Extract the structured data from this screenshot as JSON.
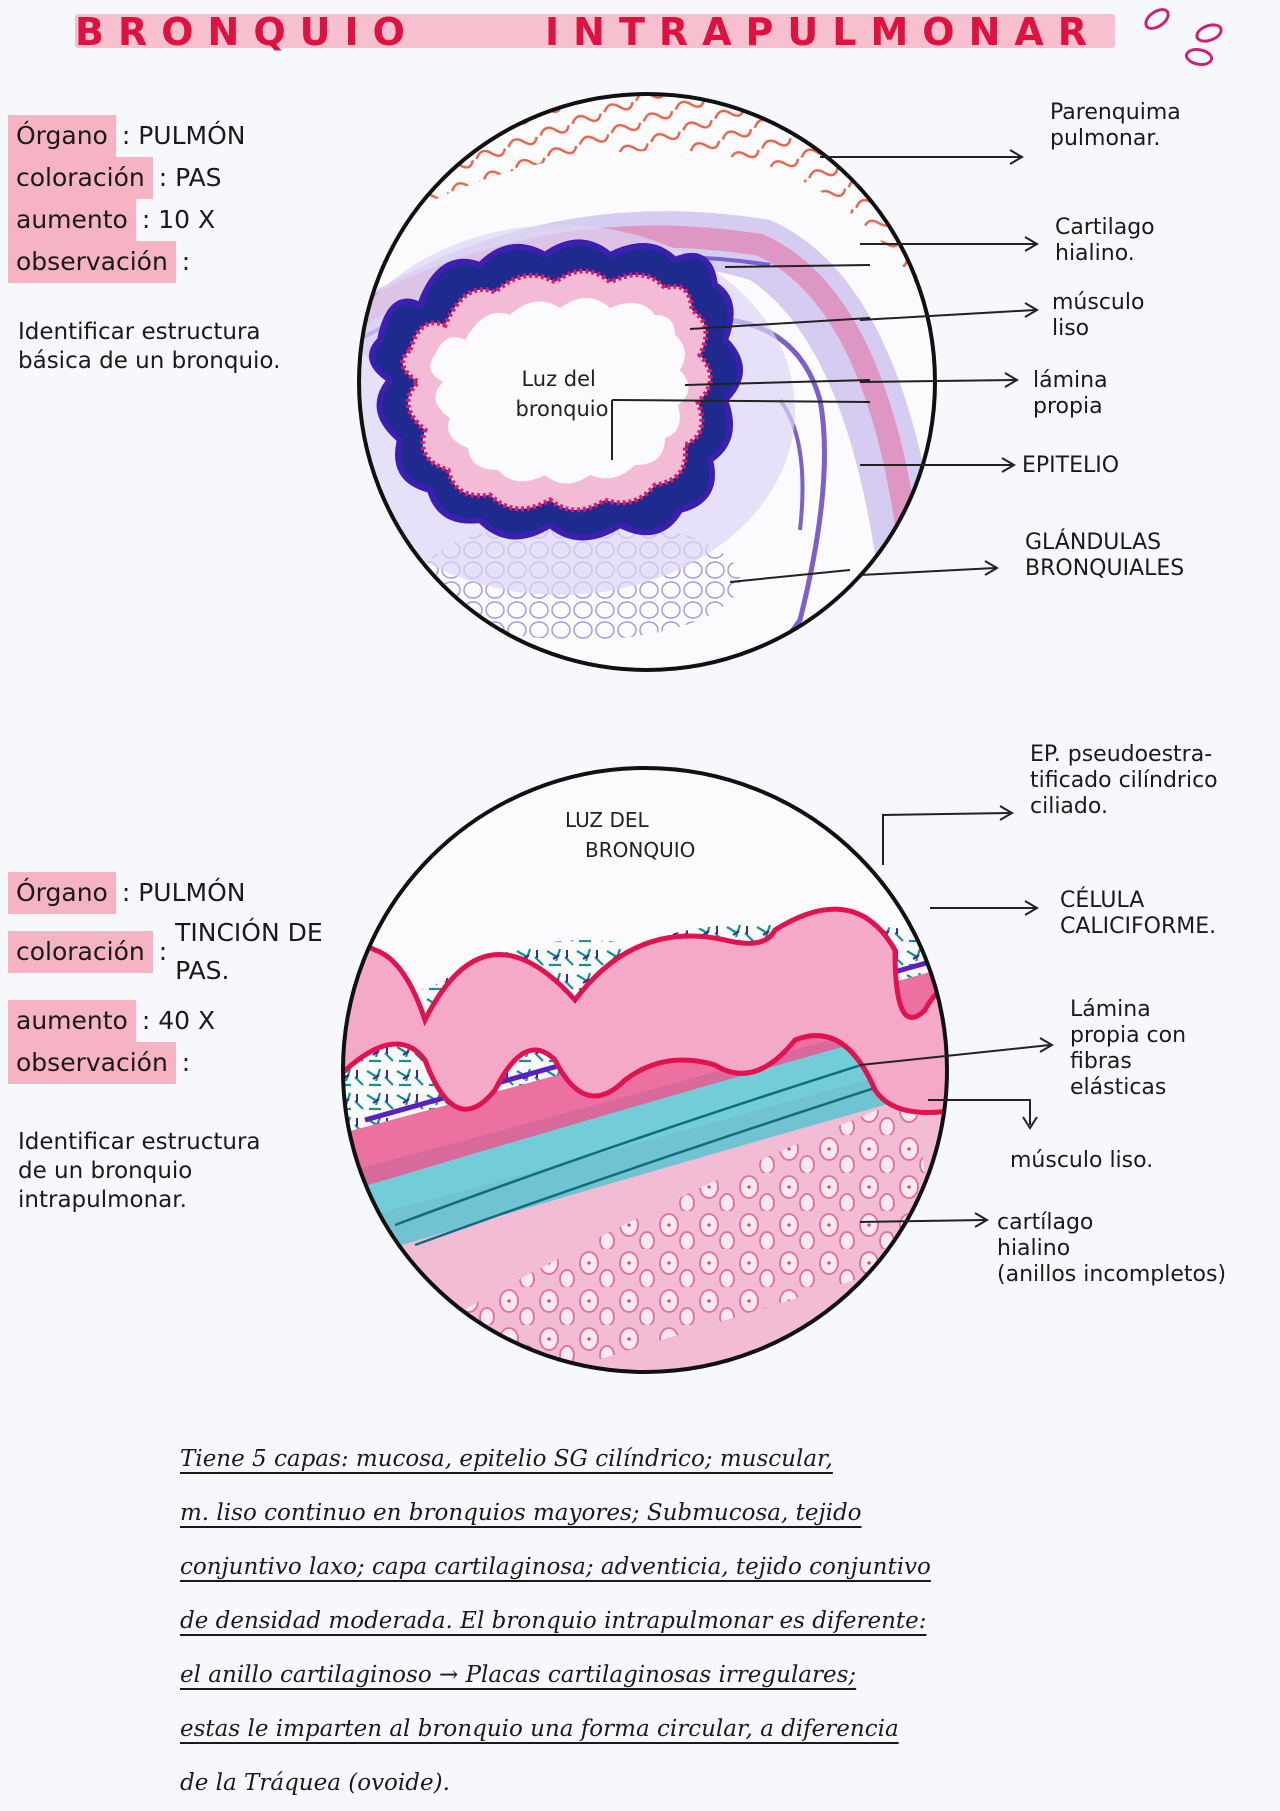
{
  "title": {
    "word1": "BRONQUIO",
    "word2": "INTRAPULMONAR",
    "highlight_color": "#f6b6c6",
    "text_color": "#e0103f"
  },
  "figure1": {
    "info": {
      "organ_label": "Órgano",
      "organ_value": "PULMÓN",
      "stain_label": "coloración",
      "stain_value": "PAS",
      "magnification_label": "aumento",
      "magnification_value": "10 X",
      "observation_label": "observación",
      "observation_text": "Identificar estructura básica de un bronquio."
    },
    "center_label": "Luz del bronquio",
    "labels": [
      {
        "id": "parenquima",
        "text": "Parenquima\npulmonar."
      },
      {
        "id": "cartilago",
        "text": "Cartilago\nhialino."
      },
      {
        "id": "musculo",
        "text": "músculo\nliso"
      },
      {
        "id": "lamina",
        "text": "lámina\npropia"
      },
      {
        "id": "epitelio",
        "text": "EPITELIO"
      },
      {
        "id": "glandulas",
        "text": "GLÁNDULAS\nBRONQUIALES"
      }
    ],
    "colors": {
      "parenchyma": "#e5664a",
      "cartilage": "#e56b9c",
      "muscle": "#9a86d8",
      "epithelium": "#d81b6b",
      "lamina": "#1f2a8f",
      "glands": "#a899e0"
    }
  },
  "figure2": {
    "info": {
      "organ_label": "Órgano",
      "organ_value": "PULMÓN",
      "stain_label": "coloración",
      "stain_value": "TINCIÓN DE PAS.",
      "magnification_label": "aumento",
      "magnification_value": "40 X",
      "observation_label": "observación",
      "observation_text": "Identificar estructura de un bronquio intrapulmonar."
    },
    "center_label": "LUZ DEL BRONQUIO",
    "labels": [
      {
        "id": "epitelio",
        "text": "EP. pseudoestra-\ntificado cilíndrico\nciliado."
      },
      {
        "id": "caliciforme",
        "text": "CÉLULA\nCALICIFORME."
      },
      {
        "id": "lamina",
        "text": "Lámina\npropia con\nfibras\nelásticas"
      },
      {
        "id": "musculo",
        "text": "músculo liso."
      },
      {
        "id": "cartilago",
        "text": "cartílago\nhialino\n(anillos incompletos)"
      }
    ],
    "colors": {
      "epithelium_fill": "#f4a9c8",
      "epithelium_line": "#e0134f",
      "lamina_fibers": "#15928e",
      "lamina_dark": "#3a27a8",
      "muscle": "#e9588f",
      "connective": "#5bc4d1",
      "cartilage": "#f2bcd4"
    }
  },
  "notes": {
    "lines": [
      "Tiene 5 capas: mucosa, epitelio SG cilíndrico; muscular,",
      "m. liso continuo en bronquios mayores; Submucosa, tejido",
      "conjuntivo laxo; capa cartilaginosa; adventicia, tejido conjuntivo",
      "de densidad moderada. El bronquio intrapulmonar es diferente:",
      "el anillo cartilaginoso → Placas cartilaginosas irregulares;",
      "estas le imparten al bronquio una forma circular, a diferencia",
      "de la Tráquea (ovoide)."
    ]
  }
}
